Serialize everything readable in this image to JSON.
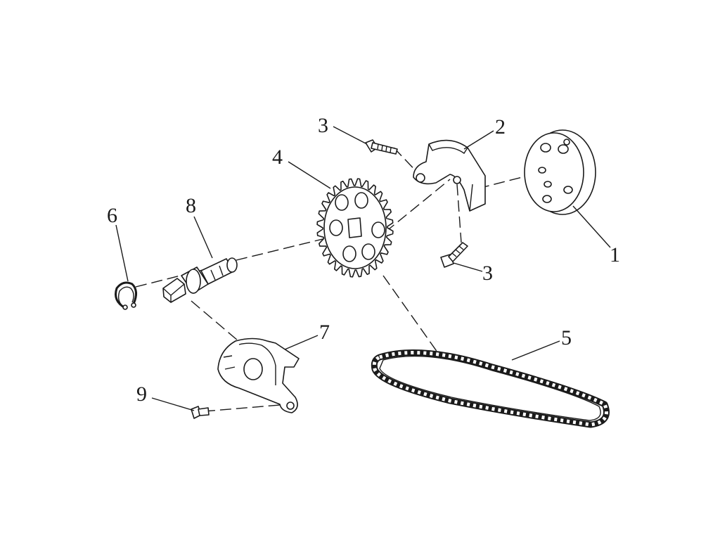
{
  "diagram": {
    "callouts": [
      {
        "id": "callout-1",
        "label": "1"
      },
      {
        "id": "callout-2",
        "label": "2"
      },
      {
        "id": "callout-3a",
        "label": "3"
      },
      {
        "id": "callout-3b",
        "label": "3"
      },
      {
        "id": "callout-4",
        "label": "4"
      },
      {
        "id": "callout-5",
        "label": "5"
      },
      {
        "id": "callout-6",
        "label": "6"
      },
      {
        "id": "callout-7",
        "label": "7"
      },
      {
        "id": "callout-8",
        "label": "8"
      },
      {
        "id": "callout-9",
        "label": "9"
      }
    ],
    "parts": [
      {
        "ref": "1",
        "icon": "oil-pump-body-icon"
      },
      {
        "ref": "2",
        "icon": "pump-cover-plate-icon"
      },
      {
        "ref": "3",
        "icon": "flange-bolt-icon"
      },
      {
        "ref": "4",
        "icon": "sprocket-icon"
      },
      {
        "ref": "5",
        "icon": "drive-chain-icon"
      },
      {
        "ref": "6",
        "icon": "circlip-icon"
      },
      {
        "ref": "7",
        "icon": "chain-guide-icon"
      },
      {
        "ref": "8",
        "icon": "drive-shaft-icon"
      },
      {
        "ref": "9",
        "icon": "flange-bolt-icon"
      }
    ],
    "colors": {
      "ink": "#1a1a1a",
      "background": "#ffffff"
    }
  }
}
